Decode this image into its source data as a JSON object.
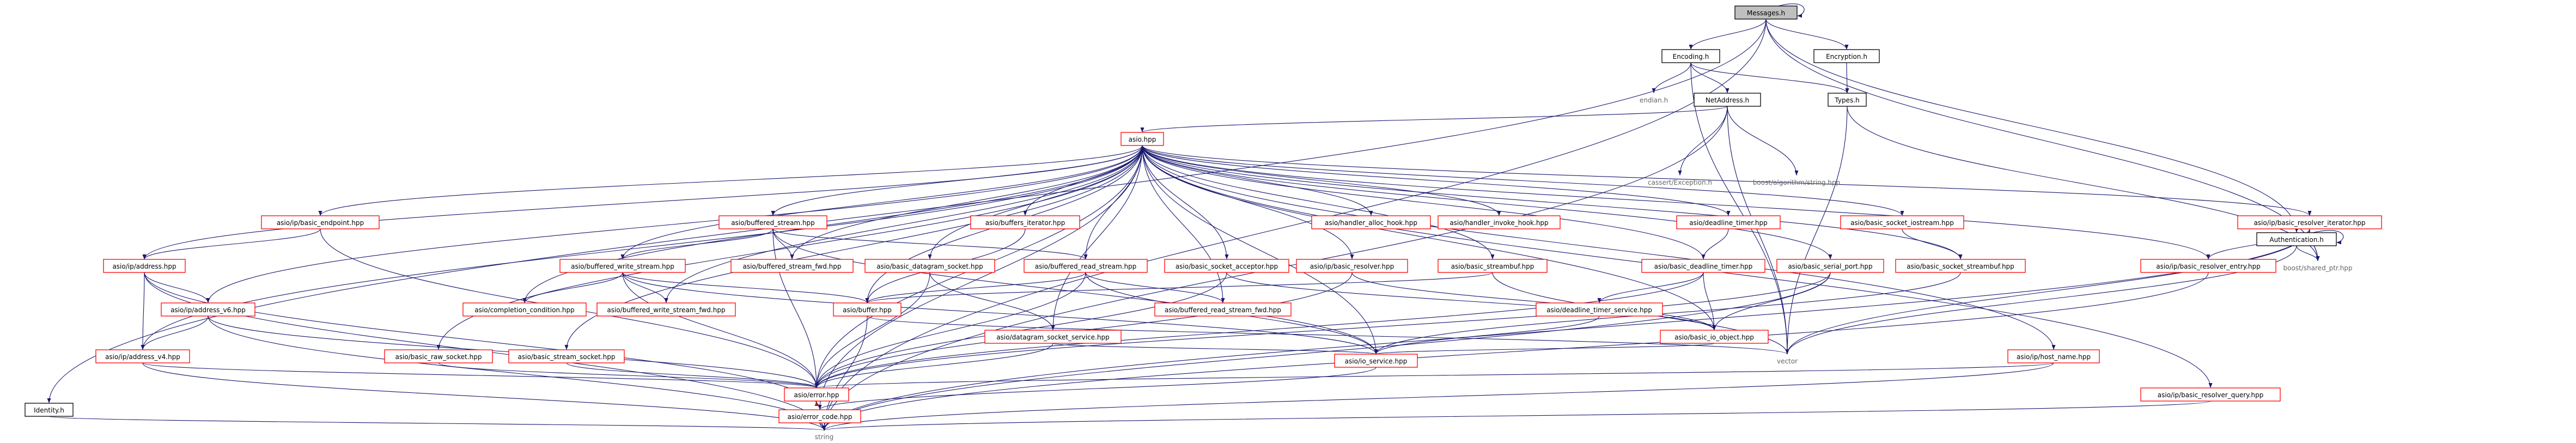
{
  "colors": {
    "edge": "#191970",
    "edge_back": "#a01f1f",
    "node_border_doc": "#000000",
    "node_border_undoc": "#ff0000",
    "root_fill": "#bfbfbf",
    "plain_text": "#666666"
  },
  "nodes": [
    {
      "id": "messages",
      "label": "Messages.h",
      "style": "root"
    },
    {
      "id": "identity",
      "label": "Identity.h",
      "style": "black"
    },
    {
      "id": "encoding",
      "label": "Encoding.h",
      "style": "black"
    },
    {
      "id": "encryption",
      "label": "Encryption.h",
      "style": "black"
    },
    {
      "id": "authentication",
      "label": "Authentication.h",
      "style": "black"
    },
    {
      "id": "endian",
      "label": "endian.h",
      "style": "plain"
    },
    {
      "id": "netaddress",
      "label": "NetAddress.h",
      "style": "black"
    },
    {
      "id": "types",
      "label": "Types.h",
      "style": "black"
    },
    {
      "id": "asio",
      "label": "asio.hpp",
      "style": "red"
    },
    {
      "id": "cassert",
      "label": "cassert/Exception.h",
      "style": "plain"
    },
    {
      "id": "boost_algo",
      "label": "boost/algorithm/string.hpp",
      "style": "plain"
    },
    {
      "id": "boost_shared",
      "label": "boost/shared_ptr.hpp",
      "style": "plain"
    },
    {
      "id": "vector",
      "label": "vector",
      "style": "plain"
    },
    {
      "id": "string",
      "label": "string",
      "style": "plain"
    },
    {
      "id": "ip_basic_endpoint",
      "label": "asio/ip/basic_endpoint.hpp",
      "style": "red"
    },
    {
      "id": "buffered_stream",
      "label": "asio/buffered_stream.hpp",
      "style": "red"
    },
    {
      "id": "buffers_iterator",
      "label": "asio/buffers_iterator.hpp",
      "style": "red"
    },
    {
      "id": "handler_alloc_hook",
      "label": "asio/handler_alloc_hook.hpp",
      "style": "red"
    },
    {
      "id": "handler_invoke_hook",
      "label": "asio/handler_invoke_hook.hpp",
      "style": "red"
    },
    {
      "id": "deadline_timer",
      "label": "asio/deadline_timer.hpp",
      "style": "red"
    },
    {
      "id": "basic_socket_iostream",
      "label": "asio/basic_socket_iostream.hpp",
      "style": "red"
    },
    {
      "id": "ip_basic_resolver_iterator",
      "label": "asio/ip/basic_resolver_iterator.hpp",
      "style": "red"
    },
    {
      "id": "ip_address",
      "label": "asio/ip/address.hpp",
      "style": "red"
    },
    {
      "id": "buffered_write_stream",
      "label": "asio/buffered_write_stream.hpp",
      "style": "red"
    },
    {
      "id": "buffered_stream_fwd",
      "label": "asio/buffered_stream_fwd.hpp",
      "style": "red"
    },
    {
      "id": "basic_datagram_socket",
      "label": "asio/basic_datagram_socket.hpp",
      "style": "red"
    },
    {
      "id": "buffered_read_stream",
      "label": "asio/buffered_read_stream.hpp",
      "style": "red"
    },
    {
      "id": "basic_socket_acceptor",
      "label": "asio/basic_socket_acceptor.hpp",
      "style": "red"
    },
    {
      "id": "ip_basic_resolver",
      "label": "asio/ip/basic_resolver.hpp",
      "style": "red"
    },
    {
      "id": "basic_streambuf",
      "label": "asio/basic_streambuf.hpp",
      "style": "red"
    },
    {
      "id": "basic_deadline_timer",
      "label": "asio/basic_deadline_timer.hpp",
      "style": "red"
    },
    {
      "id": "basic_serial_port",
      "label": "asio/basic_serial_port.hpp",
      "style": "red"
    },
    {
      "id": "basic_socket_streambuf",
      "label": "asio/basic_socket_streambuf.hpp",
      "style": "red"
    },
    {
      "id": "ip_basic_resolver_entry",
      "label": "asio/ip/basic_resolver_entry.hpp",
      "style": "red"
    },
    {
      "id": "ip_address_v6",
      "label": "asio/ip/address_v6.hpp",
      "style": "red"
    },
    {
      "id": "completion_condition",
      "label": "asio/completion_condition.hpp",
      "style": "red"
    },
    {
      "id": "buffered_write_stream_fwd",
      "label": "asio/buffered_write_stream_fwd.hpp",
      "style": "red"
    },
    {
      "id": "buffer",
      "label": "asio/buffer.hpp",
      "style": "red"
    },
    {
      "id": "buffered_read_stream_fwd",
      "label": "asio/buffered_read_stream_fwd.hpp",
      "style": "red"
    },
    {
      "id": "datagram_socket_service",
      "label": "asio/datagram_socket_service.hpp",
      "style": "red"
    },
    {
      "id": "deadline_timer_service",
      "label": "asio/deadline_timer_service.hpp",
      "style": "red"
    },
    {
      "id": "basic_io_object",
      "label": "asio/basic_io_object.hpp",
      "style": "red"
    },
    {
      "id": "ip_address_v4",
      "label": "asio/ip/address_v4.hpp",
      "style": "red"
    },
    {
      "id": "basic_raw_socket",
      "label": "asio/basic_raw_socket.hpp",
      "style": "red"
    },
    {
      "id": "basic_stream_socket",
      "label": "asio/basic_stream_socket.hpp",
      "style": "red"
    },
    {
      "id": "io_service",
      "label": "asio/io_service.hpp",
      "style": "red"
    },
    {
      "id": "ip_host_name",
      "label": "asio/ip/host_name.hpp",
      "style": "red"
    },
    {
      "id": "error",
      "label": "asio/error.hpp",
      "style": "red"
    },
    {
      "id": "ip_basic_resolver_query",
      "label": "asio/ip/basic_resolver_query.hpp",
      "style": "red"
    },
    {
      "id": "error_code",
      "label": "asio/error_code.hpp",
      "style": "red"
    }
  ],
  "edges": [
    [
      "messages",
      "messages"
    ],
    [
      "messages",
      "identity"
    ],
    [
      "messages",
      "encoding"
    ],
    [
      "messages",
      "encryption"
    ],
    [
      "messages",
      "authentication"
    ],
    [
      "messages",
      "string"
    ],
    [
      "messages",
      "boost_shared"
    ],
    [
      "encoding",
      "endian"
    ],
    [
      "encoding",
      "netaddress"
    ],
    [
      "encoding",
      "types"
    ],
    [
      "encoding",
      "vector"
    ],
    [
      "encryption",
      "types"
    ],
    [
      "authentication",
      "authentication"
    ],
    [
      "authentication",
      "boost_shared"
    ],
    [
      "authentication",
      "vector"
    ],
    [
      "netaddress",
      "asio"
    ],
    [
      "netaddress",
      "cassert"
    ],
    [
      "netaddress",
      "boost_algo"
    ],
    [
      "netaddress",
      "vector"
    ],
    [
      "netaddress",
      "string"
    ],
    [
      "types",
      "boost_shared"
    ],
    [
      "types",
      "vector"
    ],
    [
      "identity",
      "string"
    ],
    [
      "asio",
      "ip_basic_endpoint"
    ],
    [
      "asio",
      "buffered_stream"
    ],
    [
      "asio",
      "buffers_iterator"
    ],
    [
      "asio",
      "handler_alloc_hook"
    ],
    [
      "asio",
      "handler_invoke_hook"
    ],
    [
      "asio",
      "deadline_timer"
    ],
    [
      "asio",
      "basic_socket_iostream"
    ],
    [
      "asio",
      "ip_basic_resolver_iterator"
    ],
    [
      "asio",
      "ip_address"
    ],
    [
      "asio",
      "buffered_write_stream"
    ],
    [
      "asio",
      "basic_datagram_socket"
    ],
    [
      "asio",
      "buffered_read_stream"
    ],
    [
      "asio",
      "basic_socket_acceptor"
    ],
    [
      "asio",
      "ip_basic_resolver"
    ],
    [
      "asio",
      "basic_streambuf"
    ],
    [
      "asio",
      "basic_deadline_timer"
    ],
    [
      "asio",
      "basic_serial_port"
    ],
    [
      "asio",
      "basic_socket_streambuf"
    ],
    [
      "asio",
      "ip_basic_resolver_entry"
    ],
    [
      "asio",
      "ip_address_v6"
    ],
    [
      "asio",
      "completion_condition"
    ],
    [
      "asio",
      "buffered_write_stream_fwd"
    ],
    [
      "asio",
      "buffer"
    ],
    [
      "asio",
      "buffered_read_stream_fwd"
    ],
    [
      "asio",
      "datagram_socket_service"
    ],
    [
      "asio",
      "basic_io_object"
    ],
    [
      "asio",
      "ip_address_v4"
    ],
    [
      "asio",
      "basic_raw_socket"
    ],
    [
      "asio",
      "basic_stream_socket"
    ],
    [
      "asio",
      "io_service"
    ],
    [
      "asio",
      "ip_host_name"
    ],
    [
      "asio",
      "error"
    ],
    [
      "asio",
      "ip_basic_resolver_query"
    ],
    [
      "asio",
      "buffered_stream_fwd"
    ],
    [
      "asio",
      "error_code"
    ],
    [
      "ip_basic_endpoint",
      "ip_address"
    ],
    [
      "ip_basic_endpoint",
      "error"
    ],
    [
      "buffered_stream",
      "buffered_write_stream"
    ],
    [
      "buffered_stream",
      "buffered_stream_fwd"
    ],
    [
      "buffered_stream",
      "buffered_read_stream"
    ],
    [
      "buffered_stream",
      "error"
    ],
    [
      "buffered_stream",
      "io_service"
    ],
    [
      "buffers_iterator",
      "buffer"
    ],
    [
      "deadline_timer",
      "basic_deadline_timer"
    ],
    [
      "basic_socket_iostream",
      "basic_socket_streambuf"
    ],
    [
      "ip_basic_resolver_iterator",
      "ip_basic_resolver_entry"
    ],
    [
      "ip_basic_resolver_iterator",
      "boost_shared"
    ],
    [
      "ip_basic_resolver_iterator",
      "vector"
    ],
    [
      "ip_basic_resolver_iterator",
      "string"
    ],
    [
      "ip_address",
      "ip_address_v6"
    ],
    [
      "ip_address",
      "ip_address_v4"
    ],
    [
      "ip_address",
      "error_code"
    ],
    [
      "ip_address",
      "string"
    ],
    [
      "buffered_write_stream",
      "completion_condition"
    ],
    [
      "buffered_write_stream",
      "buffered_write_stream_fwd"
    ],
    [
      "buffered_write_stream",
      "buffer"
    ],
    [
      "buffered_write_stream",
      "error"
    ],
    [
      "buffered_write_stream",
      "io_service"
    ],
    [
      "basic_datagram_socket",
      "datagram_socket_service"
    ],
    [
      "basic_datagram_socket",
      "error"
    ],
    [
      "buffered_read_stream",
      "buffer"
    ],
    [
      "buffered_read_stream",
      "buffered_read_stream_fwd"
    ],
    [
      "buffered_read_stream",
      "error"
    ],
    [
      "buffered_read_stream",
      "io_service"
    ],
    [
      "basic_socket_acceptor",
      "basic_io_object"
    ],
    [
      "basic_socket_acceptor",
      "error"
    ],
    [
      "ip_basic_resolver",
      "basic_io_object"
    ],
    [
      "ip_basic_resolver",
      "error"
    ],
    [
      "basic_streambuf",
      "buffer"
    ],
    [
      "basic_streambuf",
      "vector"
    ],
    [
      "basic_deadline_timer",
      "deadline_timer_service"
    ],
    [
      "basic_deadline_timer",
      "basic_io_object"
    ],
    [
      "basic_deadline_timer",
      "error"
    ],
    [
      "basic_serial_port",
      "basic_io_object"
    ],
    [
      "basic_serial_port",
      "error"
    ],
    [
      "basic_serial_port",
      "string"
    ],
    [
      "basic_socket_streambuf",
      "io_service"
    ],
    [
      "ip_basic_resolver_entry",
      "string"
    ],
    [
      "ip_address_v6",
      "ip_address_v4"
    ],
    [
      "ip_address_v6",
      "error"
    ],
    [
      "ip_address_v6",
      "string"
    ],
    [
      "buffer",
      "vector"
    ],
    [
      "buffer",
      "string"
    ],
    [
      "datagram_socket_service",
      "error"
    ],
    [
      "datagram_socket_service",
      "io_service"
    ],
    [
      "deadline_timer_service",
      "io_service"
    ],
    [
      "basic_io_object",
      "io_service"
    ],
    [
      "ip_address_v4",
      "error"
    ],
    [
      "ip_address_v4",
      "string"
    ],
    [
      "basic_raw_socket",
      "error"
    ],
    [
      "basic_stream_socket",
      "error"
    ],
    [
      "io_service",
      "error_code"
    ],
    [
      "ip_host_name",
      "error"
    ],
    [
      "ip_host_name",
      "string"
    ],
    [
      "ip_basic_resolver_query",
      "string"
    ],
    [
      "error",
      "error_code"
    ],
    [
      "error_code",
      "string"
    ]
  ],
  "back_edges": [
    [
      "error_code",
      "error"
    ]
  ]
}
